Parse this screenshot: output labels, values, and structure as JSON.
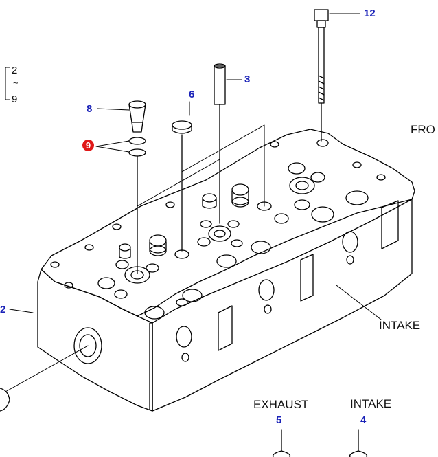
{
  "diagram": {
    "callouts": {
      "c2_left": "2",
      "c3": "3",
      "c4": "4",
      "c5": "5",
      "c6": "6",
      "c8": "8",
      "c9": "9",
      "c12": "12"
    },
    "range_note": {
      "from": "2",
      "sep": "~",
      "to": "9"
    },
    "labels": {
      "front": "FRO",
      "intake_side": "INTAKE",
      "exhaust": "EXHAUST",
      "intake": "INTAKE"
    },
    "colors": {
      "callout_number": "#1a22b8",
      "highlight_callout": "#e01818",
      "line": "#000000"
    }
  }
}
